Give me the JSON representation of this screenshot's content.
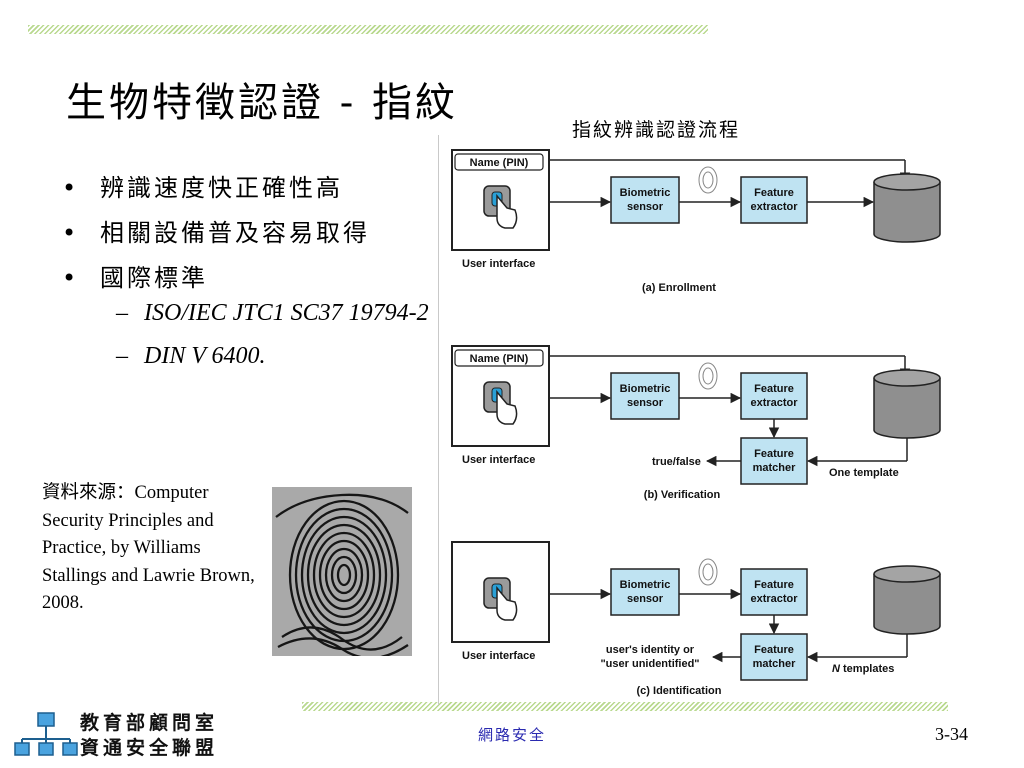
{
  "slide": {
    "title": "生物特徵認證 - 指紋",
    "caption": "指紋辨識認證流程",
    "bullets": [
      "辨識速度快正確性高",
      "相關設備普及容易取得",
      "國際標準"
    ],
    "sub_bullets": [
      "ISO/IEC JTC1 SC37 19794-2",
      "DIN V 6400."
    ],
    "source_text": "資料來源：Computer Security Principles and Practice, by Williams Stallings and Lawrie Brown, 2008."
  },
  "diagram": {
    "name_pin": "Name (PIN)",
    "user_interface": "User interface",
    "biometric": [
      "Biometric",
      "sensor"
    ],
    "extractor": [
      "Feature",
      "extractor"
    ],
    "matcher": [
      "Feature",
      "matcher"
    ],
    "enrollment": "(a) Enrollment",
    "verification": "(b) Verification",
    "identification": "(c) Identification",
    "true_false": "true/false",
    "one_template": "One template",
    "identity_line1": "user's identity or",
    "identity_line2": "\"user unidentified\"",
    "n_letter": "N",
    "templates": " templates"
  },
  "footer": {
    "logo_line1": "教育部顧問室",
    "logo_line2": "資通安全聯盟",
    "center": "網路安全",
    "page": "3-34"
  },
  "colors": {
    "box_fill": "#bfe3f2",
    "db_fill": "#8f8f8f",
    "hatch": "#b9d98f",
    "footer_text": "#2a2ab0"
  }
}
